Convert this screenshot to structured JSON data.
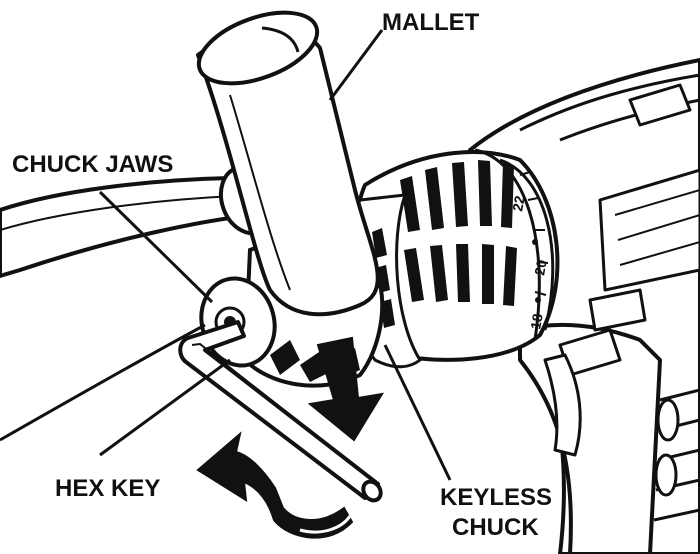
{
  "labels": {
    "mallet": "MALLET",
    "chuck_jaws": "CHUCK JAWS",
    "hex_key": "HEX KEY",
    "keyless_chuck_line1": "KEYLESS",
    "keyless_chuck_line2": "CHUCK"
  },
  "dial_markings": [
    "22",
    "20",
    "18"
  ],
  "colors": {
    "ink": "#111111",
    "paper": "#ffffff"
  }
}
